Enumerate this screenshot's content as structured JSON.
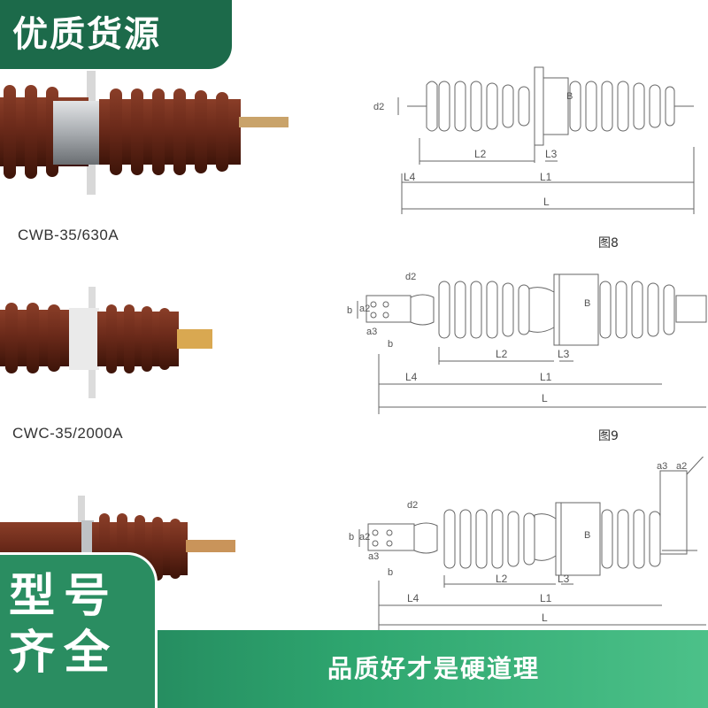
{
  "badge_top": {
    "text": "优质货源"
  },
  "products": [
    {
      "model": "CWB-35/630A"
    },
    {
      "model": "CWC-35/2000A"
    },
    {
      "model": ""
    }
  ],
  "figures": [
    {
      "label": "图8",
      "dims": {
        "d2": "d2",
        "B": "B",
        "L1": "L1",
        "L2": "L2",
        "L3": "L3",
        "L4": "L4",
        "L": "L"
      }
    },
    {
      "label": "图9",
      "dims": {
        "b": "b",
        "a2": "a2",
        "a3": "a3",
        "d2": "d2",
        "B": "B",
        "L1": "L1",
        "L2": "L2",
        "L3": "L3",
        "L4": "L4",
        "L": "L"
      }
    },
    {
      "label": "",
      "dims": {
        "b": "b",
        "a2": "a2",
        "a3": "a3",
        "d2": "d2",
        "B": "B",
        "L1": "L1",
        "L2": "L2",
        "L3": "L3",
        "L4": "L4",
        "L": "L"
      }
    }
  ],
  "badge_bottom": {
    "line1": "型号",
    "line2": "齐全"
  },
  "slogan": "品质好才是硬道理",
  "colors": {
    "brand_green": "#1c6a4a",
    "porcelain_brown": "#6b2a1a",
    "line_gray": "#666666"
  }
}
